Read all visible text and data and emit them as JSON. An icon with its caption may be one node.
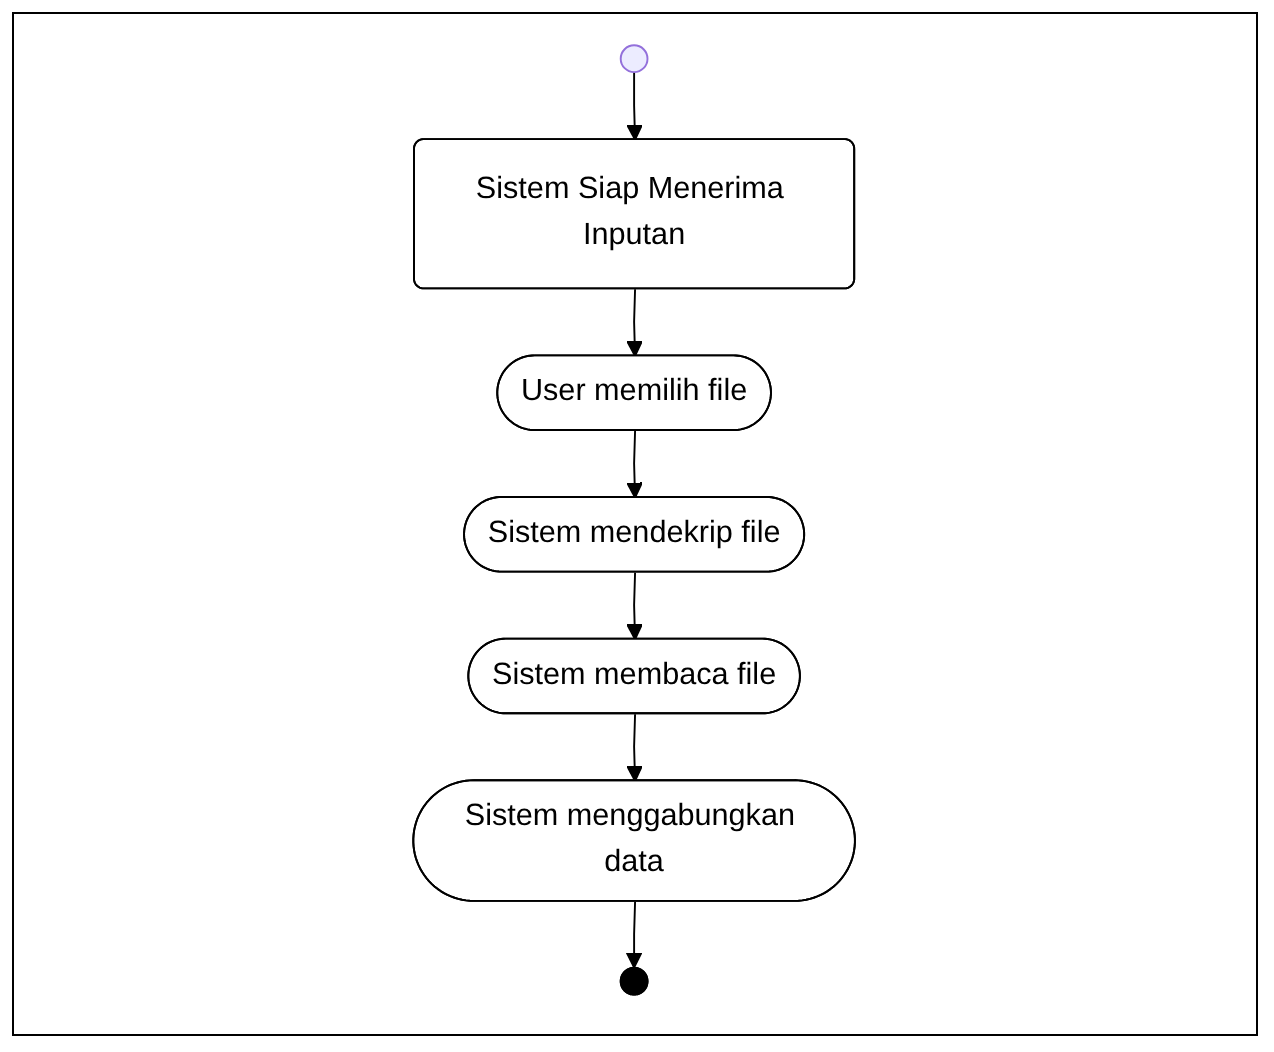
{
  "diagram": {
    "nodes": [
      {
        "text": [],
        "shape": "circle"
      },
      {
        "text": [
          "Sistem Siap Menerima Inputan"
        ]
      },
      {
        "text": [
          "User memilih file"
        ]
      },
      {
        "text": [
          "Sistem mendekrip file"
        ]
      },
      {
        "text": [
          "Sistem membaca file"
        ]
      },
      {
        "text": [
          "Sistem menggabungkan data"
        ]
      },
      {
        "text": [],
        "shape": "circle"
      }
    ],
    "edges": [
      {
        "from": 0,
        "to": 1,
        "arrow": "to"
      },
      {
        "from": 1,
        "to": 2,
        "arrow": "to"
      },
      {
        "from": 2,
        "to": 3,
        "arrow": "to"
      },
      {
        "from": 3,
        "to": 4,
        "arrow": "to"
      },
      {
        "from": 4,
        "to": 5,
        "arrow": "to"
      },
      {
        "from": 5,
        "to": 6,
        "arrow": "to"
      }
    ]
  }
}
